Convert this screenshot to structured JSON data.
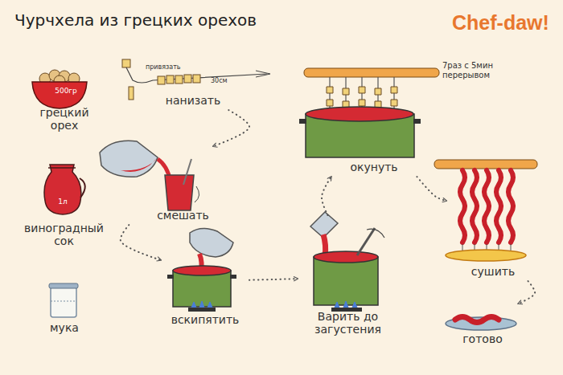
{
  "diagram": {
    "title": "Чурчхела из грецких орехов",
    "nodes": [
      {
        "text": [
          "500гр",
          "грецкий орех"
        ]
      },
      {
        "text": [
          "1л",
          "виноградный сок"
        ]
      },
      {
        "text": [
          "мука"
        ]
      },
      {
        "text": [
          "нанизать"
        ]
      },
      {
        "text": [
          "смешать"
        ]
      },
      {
        "text": [
          "вскипятить"
        ]
      },
      {
        "text": [
          "Варить до загустения"
        ]
      },
      {
        "text": [
          "окунуть"
        ]
      },
      {
        "text": [
          "сушить"
        ]
      },
      {
        "text": [
          "готово"
        ]
      }
    ],
    "edges": [
      {
        "from": 3,
        "to": 4,
        "arrow": "to"
      },
      {
        "from": 4,
        "to": 5,
        "arrow": "to"
      },
      {
        "from": 5,
        "to": 6,
        "arrow": "to"
      },
      {
        "from": 6,
        "to": 7,
        "arrow": "to"
      },
      {
        "from": 7,
        "to": 8,
        "arrow": "to"
      },
      {
        "from": 8,
        "to": 9,
        "arrow": "to"
      }
    ],
    "labels": [
      "Chef-daw!",
      "привязать",
      "30см",
      "7раз с 5мин перерывом"
    ]
  }
}
